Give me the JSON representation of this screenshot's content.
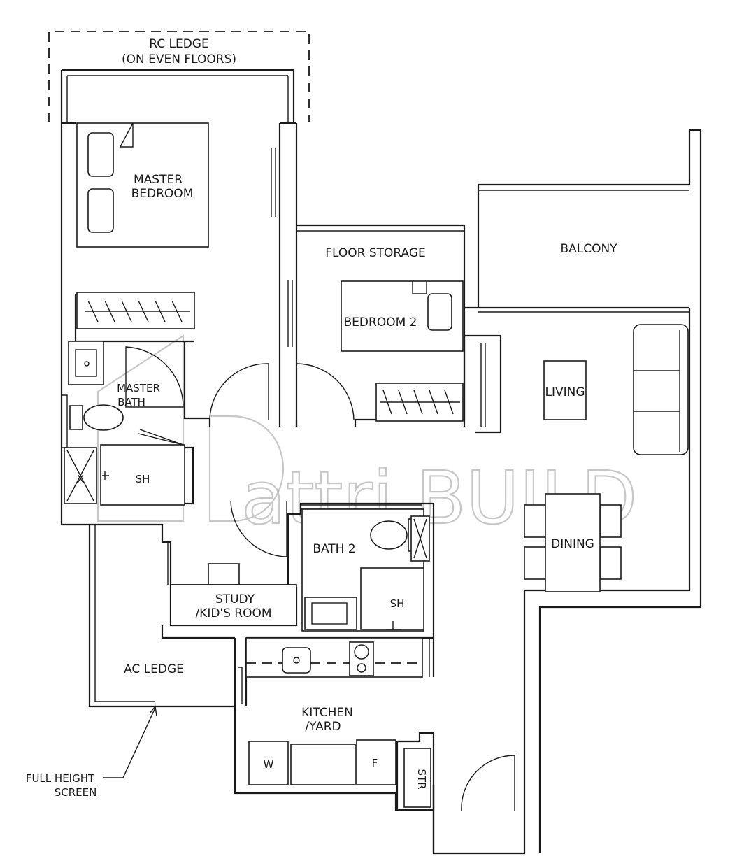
{
  "labels": {
    "rc_ledge_1": "RC LEDGE",
    "rc_ledge_2": "(ON EVEN FLOORS)",
    "master_bedroom_1": "MASTER",
    "master_bedroom_2": "BEDROOM",
    "floor_storage": "FLOOR STORAGE",
    "balcony": "BALCONY",
    "bedroom_2": "BEDROOM 2",
    "master_bath_1": "MASTER",
    "master_bath_2": "BATH",
    "living": "LIVING",
    "master_bath_x": "X",
    "master_bath_sh": "SH",
    "bath_2": "BATH 2",
    "bath_2_sh": "SH",
    "dining": "DINING",
    "study_1": "STUDY",
    "study_2": "/KID'S ROOM",
    "ac_ledge": "AC LEDGE",
    "kitchen_1": "KITCHEN",
    "kitchen_2": "/YARD",
    "washer": "W",
    "fridge": "F",
    "store": "STR",
    "screen_1": "FULL HEIGHT",
    "screen_2": "SCREEN"
  },
  "watermark": "attri BUILD"
}
